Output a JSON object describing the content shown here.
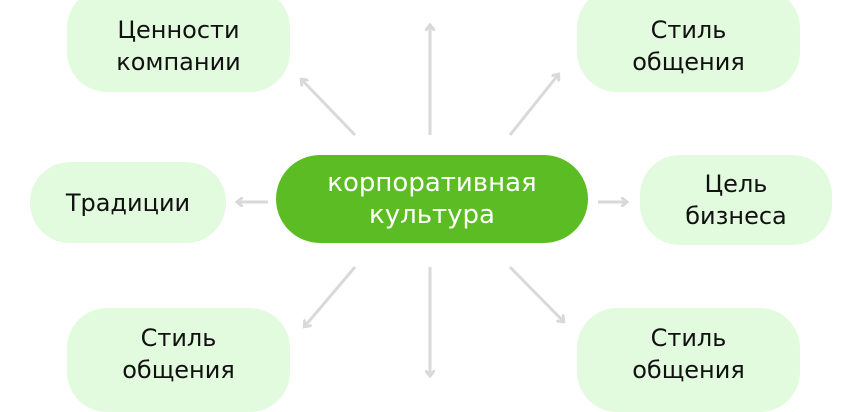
{
  "center": {
    "line1": "корпоративная",
    "line2": "культура"
  },
  "nodes": {
    "values": {
      "line1": "Ценности",
      "line2": "компании"
    },
    "style_top": {
      "line1": "Стиль",
      "line2": "общения"
    },
    "traditions": {
      "line1": "Традиции"
    },
    "goal": {
      "line1": "Цель",
      "line2": "бизнеса"
    },
    "style_bottom_left": {
      "line1": "Стиль",
      "line2": "общения"
    },
    "style_bottom_right": {
      "line1": "Стиль",
      "line2": "общения"
    }
  },
  "colors": {
    "accent": "#5bbd23",
    "node_bg": "#e2fbde",
    "arrow": "#d9d9d9"
  }
}
